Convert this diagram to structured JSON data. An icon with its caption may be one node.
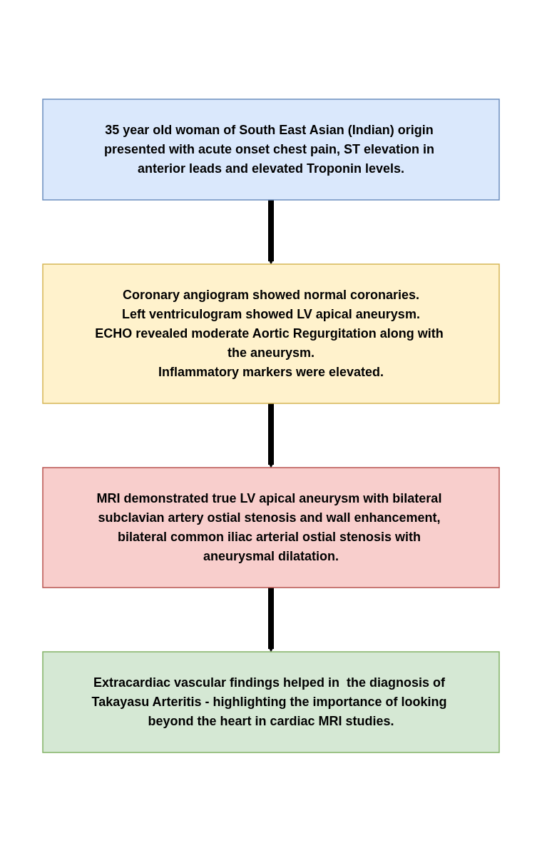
{
  "diagram": {
    "nodes": [
      {
        "text": [
          "35 year old woman of South East Asian (Indian) origin presented with acute onset chest pain, ST elevation in anterior leads and elevated Troponin levels."
        ]
      },
      {
        "text": [
          "Coronary angiogram showed normal coronaries.",
          "Left ventriculogram showed LV apical aneurysm.",
          "ECHO revealed moderate Aortic Regurgitation along with the aneurysm.",
          "Inflammatory markers were elevated."
        ]
      },
      {
        "text": [
          "MRI demonstrated true LV apical aneurysm with bilateral subclavian artery ostial stenosis and wall enhancement, bilateral common iliac arterial ostial stenosis with aneurysmal dilatation."
        ]
      },
      {
        "text": [
          "Extracardiac vascular findings helped in  the diagnosis of Takayasu Arteritis - highlighting the importance of looking beyond the heart in cardiac MRI studies."
        ]
      }
    ],
    "edges": [
      {
        "from": 0,
        "to": 1,
        "arrow": "to"
      },
      {
        "from": 1,
        "to": 2,
        "arrow": "to"
      },
      {
        "from": 2,
        "to": 3,
        "arrow": "to"
      }
    ]
  }
}
